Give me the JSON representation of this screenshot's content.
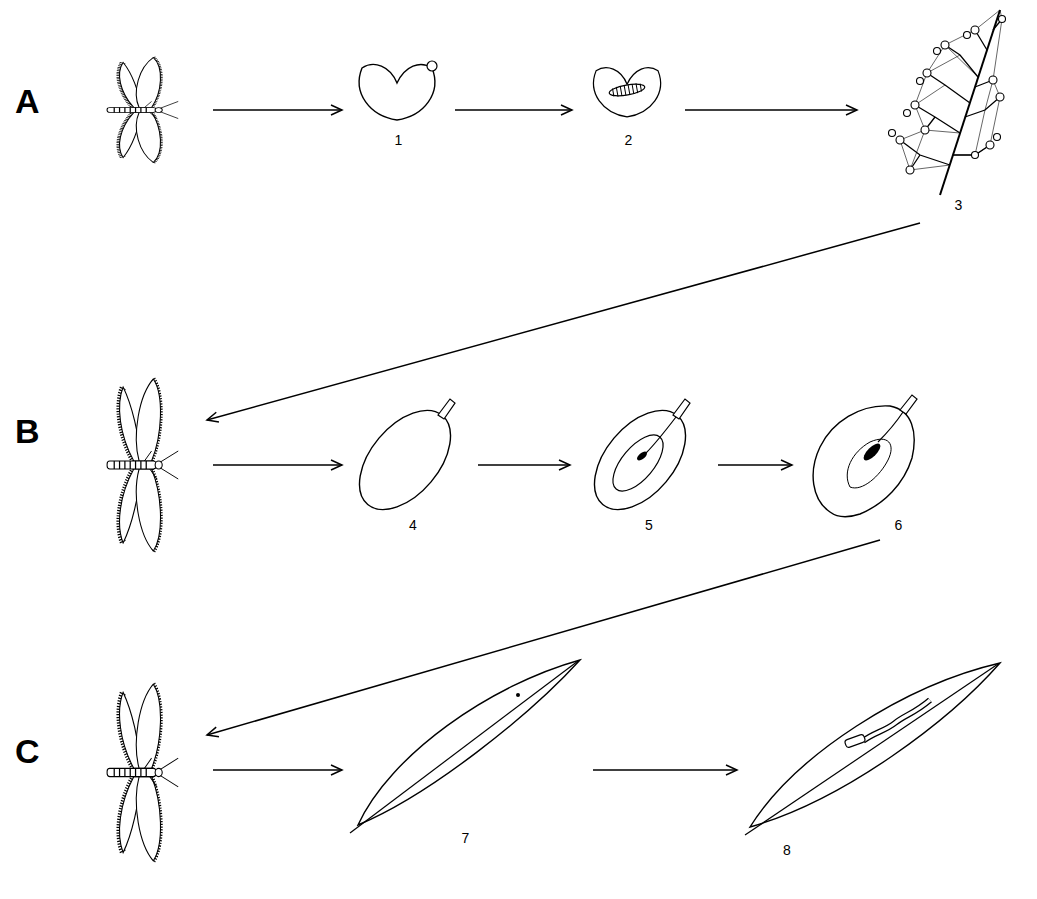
{
  "diagram": {
    "nodes": [
      {
        "text": [
          "A"
        ]
      },
      {
        "text": [
          "1"
        ]
      },
      {
        "text": [
          "2"
        ]
      },
      {
        "text": [
          "3"
        ]
      },
      {
        "text": [
          "B"
        ]
      },
      {
        "text": [
          "4"
        ]
      },
      {
        "text": [
          "5"
        ]
      },
      {
        "text": [
          "6"
        ]
      },
      {
        "text": [
          "C"
        ]
      },
      {
        "text": [
          "7"
        ]
      },
      {
        "text": [
          "8"
        ]
      }
    ],
    "edges": [
      {
        "from": 0,
        "to": 1,
        "arrow": "to"
      },
      {
        "from": 1,
        "to": 2,
        "arrow": "to"
      },
      {
        "from": 2,
        "to": 3,
        "arrow": "to"
      },
      {
        "from": 3,
        "to": 4,
        "arrow": "to"
      },
      {
        "from": 4,
        "to": 5,
        "arrow": "to"
      },
      {
        "from": 5,
        "to": 6,
        "arrow": "to"
      },
      {
        "from": 6,
        "to": 7,
        "arrow": "to"
      },
      {
        "from": 7,
        "to": 8,
        "arrow": "to"
      },
      {
        "from": 8,
        "to": 9,
        "arrow": "to"
      },
      {
        "from": 9,
        "to": 10,
        "arrow": "to"
      }
    ]
  }
}
